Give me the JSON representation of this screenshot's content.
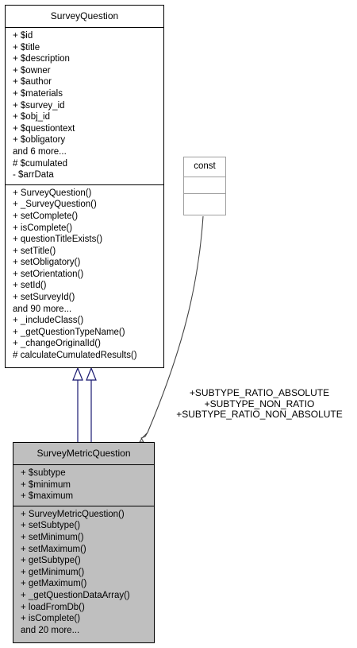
{
  "survey_question": {
    "name": "SurveyQuestion",
    "attributes": [
      "+ $id",
      "+ $title",
      "+ $description",
      "+ $owner",
      "+ $author",
      "+ $materials",
      "+ $survey_id",
      "+ $obj_id",
      "+ $questiontext",
      "+ $obligatory",
      "and 6 more...",
      "# $cumulated",
      "- $arrData"
    ],
    "methods": [
      "+ SurveyQuestion()",
      "+ _SurveyQuestion()",
      "+ setComplete()",
      "+ isComplete()",
      "+ questionTitleExists()",
      "+ setTitle()",
      "+ setObligatory()",
      "+ setOrientation()",
      "+ setId()",
      "+ setSurveyId()",
      "and 90 more...",
      "+ _includeClass()",
      "+ _getQuestionTypeName()",
      "+ _changeOriginalId()",
      "# calculateCumulatedResults()"
    ]
  },
  "const_box": {
    "name": "const"
  },
  "edge_label": {
    "lines": [
      "+SUBTYPE_RATIO_ABSOLUTE",
      "+SUBTYPE_NON_RATIO",
      "+SUBTYPE_RATIO_NON_ABSOLUTE"
    ]
  },
  "survey_metric_question": {
    "name": "SurveyMetricQuestion",
    "attributes": [
      "+ $subtype",
      "+ $minimum",
      "+ $maximum"
    ],
    "methods": [
      "+ SurveyMetricQuestion()",
      "+ setSubtype()",
      "+ setMinimum()",
      "+ setMaximum()",
      "+ getSubtype()",
      "+ getMinimum()",
      "+ getMaximum()",
      "+ _getQuestionDataArray()",
      "+ loadFromDb()",
      "+ isComplete()",
      "and 20 more..."
    ]
  },
  "colors": {
    "inheritance_edge": "#191970",
    "usage_edge": "#404040",
    "highlight_fill": "#bfbfbf"
  }
}
